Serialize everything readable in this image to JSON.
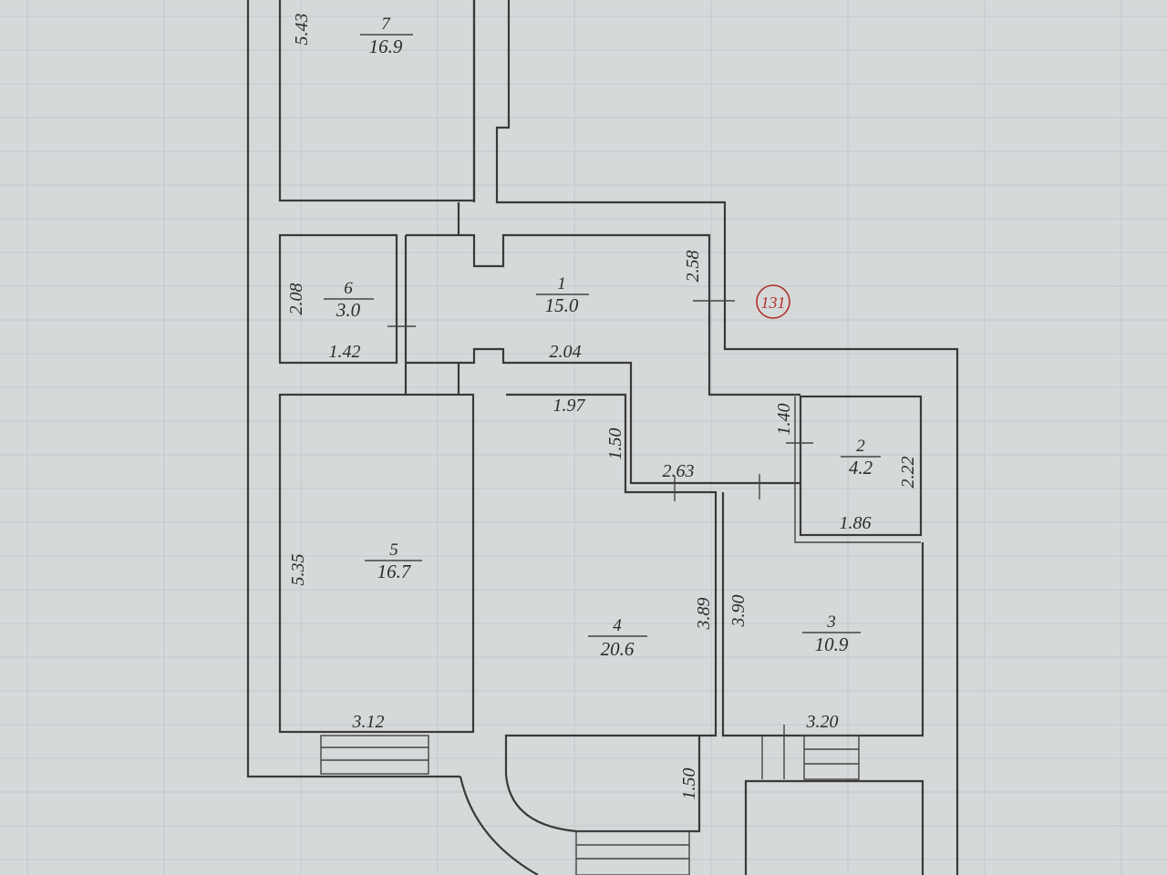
{
  "rooms": [
    {
      "id": "7",
      "number": "7",
      "area": "16.9"
    },
    {
      "id": "6",
      "number": "6",
      "area": "3.0"
    },
    {
      "id": "1",
      "number": "1",
      "area": "15.0"
    },
    {
      "id": "5",
      "number": "5",
      "area": "16.7"
    },
    {
      "id": "4",
      "number": "4",
      "area": "20.6"
    },
    {
      "id": "2",
      "number": "2",
      "area": "4.2"
    },
    {
      "id": "3",
      "number": "3",
      "area": "10.9"
    }
  ],
  "dimensions": {
    "d543": "5.43",
    "d208": "2.08",
    "d142": "1.42",
    "d258": "2.58",
    "d204": "2.04",
    "d197": "1.97",
    "d150a": "1.50",
    "d263": "2.63",
    "d140": "1.40",
    "d222": "2.22",
    "d186": "1.86",
    "d535": "5.35",
    "d389": "3.89",
    "d390": "3.90",
    "d312": "3.12",
    "d320": "3.20",
    "d150b": "1.50"
  },
  "stamp": "131",
  "colors": {
    "paper": "#d6d9da",
    "lines": "#3a3a3a",
    "text": "#2b2b2b",
    "stamp": "#b0322c"
  }
}
